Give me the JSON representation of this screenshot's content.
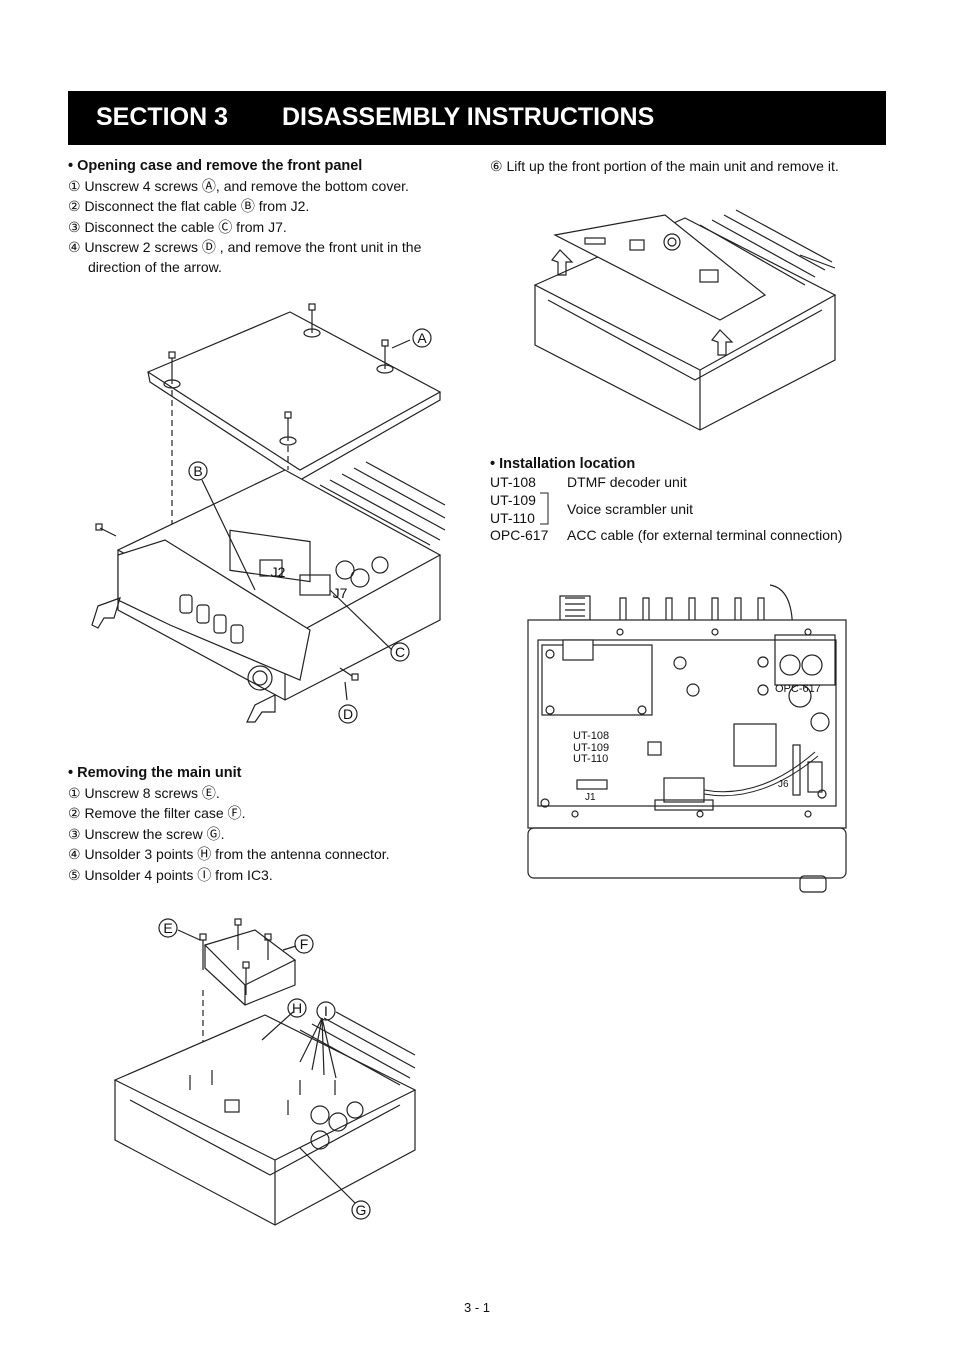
{
  "header": {
    "section": "SECTION 3",
    "title": "DISASSEMBLY INSTRUCTIONS"
  },
  "opening": {
    "heading": "• Opening case and remove the front panel",
    "steps": [
      "① Unscrew 4 screws Ⓐ, and remove the bottom cover.",
      "② Disconnect the flat cable Ⓑ from J2.",
      "③ Disconnect the cable Ⓒ from J7.",
      "④ Unscrew 2 screws Ⓓ , and remove the front unit in the",
      "direction of the arrow."
    ]
  },
  "fig1": {
    "labels": {
      "a": "A",
      "b": "B",
      "c": "C",
      "d": "D",
      "j2": "J2",
      "j7": "J7"
    }
  },
  "removing": {
    "heading": "• Removing the main unit",
    "steps": [
      "① Unscrew 8 screws Ⓔ.",
      "② Remove the filter case Ⓕ.",
      "③ Unscrew the screw Ⓖ.",
      "④ Unsolder 3 points Ⓗ from the antenna connector.",
      "⑤ Unsolder 4 points Ⓘ from IC3."
    ]
  },
  "fig2": {
    "labels": {
      "e": "E",
      "f": "F",
      "g": "G",
      "h": "H",
      "i": "I"
    }
  },
  "lift": {
    "step": "⑥ Lift up the front portion of the main unit and remove it."
  },
  "installation": {
    "heading": "• Installation location",
    "rows": [
      {
        "code": "UT-108",
        "desc": "DTMF decoder unit"
      },
      {
        "code": "UT-109",
        "desc": "Voice scrambler unit"
      },
      {
        "code": "UT-110",
        "desc": ""
      },
      {
        "code": "OPC-617",
        "desc": "ACC cable (for external terminal connection)"
      }
    ]
  },
  "fig4": {
    "labels": {
      "opc": "OPC-617",
      "ut108": "UT-108",
      "ut109": "UT-109",
      "ut110": "UT-110",
      "j1": "J1",
      "j6": "J6"
    }
  },
  "footer": {
    "page": "3 - 1"
  }
}
